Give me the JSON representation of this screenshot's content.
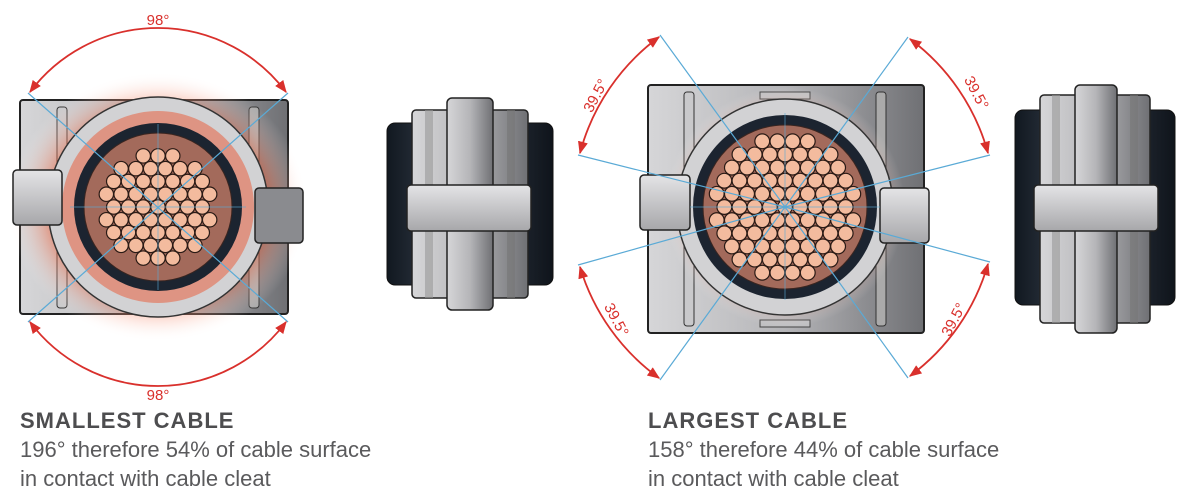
{
  "smallest": {
    "title": "SMALLEST CABLE",
    "line1": "196° therefore 54% of cable surface",
    "line2": "in contact with cable cleat",
    "angle_top": "98°",
    "angle_bottom": "98°"
  },
  "largest": {
    "title": "LARGEST CABLE",
    "line1": "158° therefore 44% of cable surface",
    "line2": "in contact with cable cleat",
    "angle_tl": "39.5°",
    "angle_tr": "39.5°",
    "angle_bl": "39.5°",
    "angle_br": "39.5°"
  },
  "colors": {
    "arc": "#d9302c",
    "line": "#5aaad6",
    "strand": "#f3bb9e",
    "glow": "#f04a25"
  }
}
